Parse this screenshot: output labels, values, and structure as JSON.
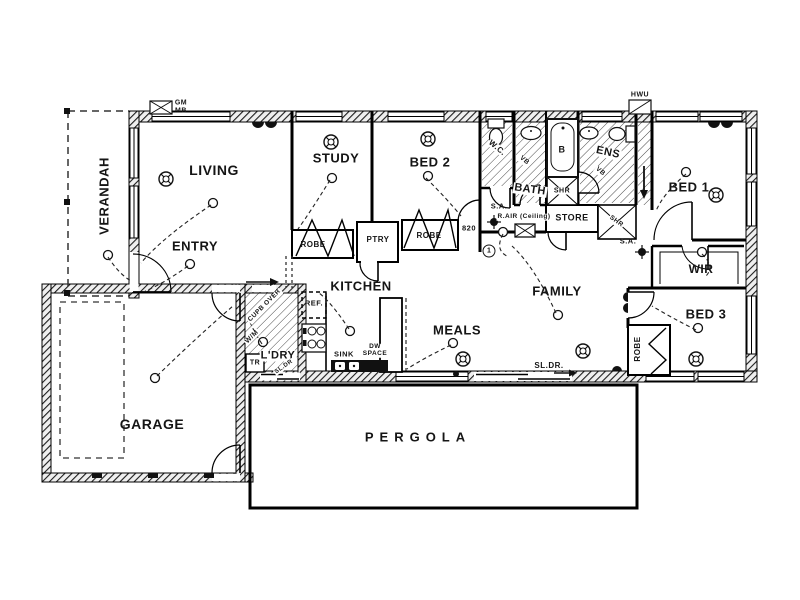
{
  "rooms": {
    "verandah": "VERANDAH",
    "living": "LIVING",
    "entry": "ENTRY",
    "study": "STUDY",
    "bed2": "BED 2",
    "wc": "W.C.",
    "bath": "BATH",
    "ens": "ENS",
    "bed1": "BED 1",
    "wir": "WIR",
    "bed3": "BED 3",
    "family": "FAMILY",
    "meals": "MEALS",
    "kitchen": "KITCHEN",
    "laundry": "L'DRY",
    "store": "STORE",
    "garage": "GARAGE",
    "pergola": "PERGOLA"
  },
  "fixtures": {
    "robe_study": "ROBE",
    "pantry": "PTRY",
    "robe_bed2": "ROBE",
    "robe_bed3": "ROBE",
    "bath_tub": "B",
    "shower_bath": "SHR",
    "shower_ens": "SHR",
    "vanity_bath": "VB",
    "vanity_ens": "VB",
    "fridge": "REF.",
    "sink": "SINK",
    "dw_line1": "DW",
    "dw_line2": "SPACE",
    "washing_machine": "W/M",
    "trough": "TR",
    "cupboard_over": "CUPB OVER"
  },
  "doors": {
    "sliding_family": "SL.DR.",
    "sliding_laundry": "SL.DR",
    "bed2_door_width": "820"
  },
  "services": {
    "gas_meter": "GM",
    "meter_box": "MB",
    "hot_water_unit": "HWU",
    "smoke_alarm_hall": "S.A.",
    "smoke_alarm_bedrooms": "S.A.",
    "return_air": "R.AIR (Ceiling)",
    "note_1": "1"
  }
}
